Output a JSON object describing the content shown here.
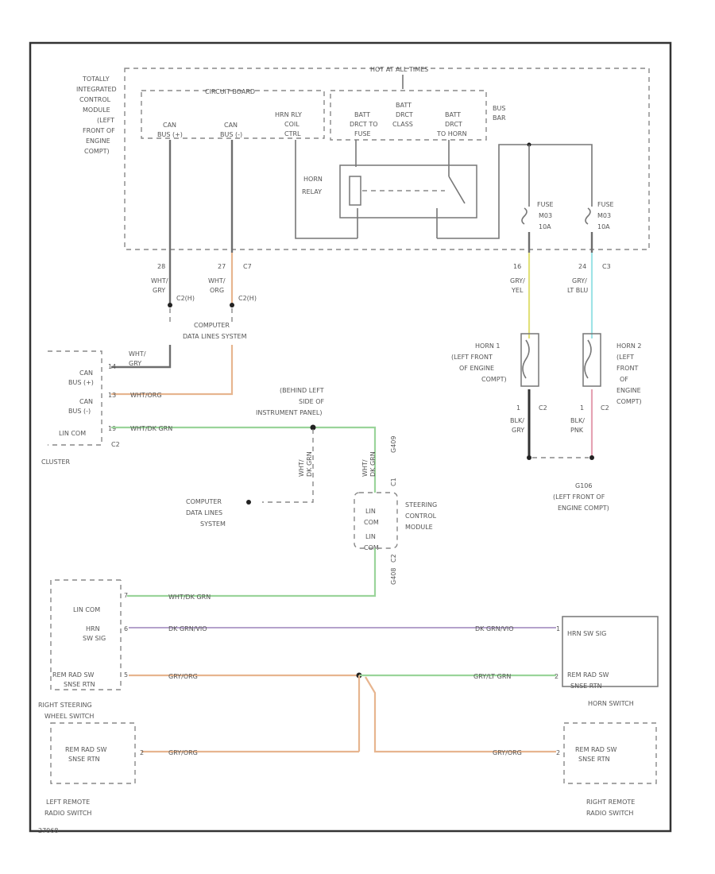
{
  "labels": {
    "hot": "HOT AT ALL TIMES",
    "tipm": [
      "TOTALLY",
      "INTEGRATED",
      "CONTROL",
      "MODULE",
      "(LEFT",
      "FRONT OF",
      "ENGINE",
      "COMPT)"
    ],
    "circuit_board": "CIRCUIT BOARD",
    "can_h": [
      "CAN",
      "BUS (+)"
    ],
    "can_l": [
      "CAN",
      "BUS (-)"
    ],
    "horn_coil": [
      "HRN RLY",
      "COIL",
      "CTRL"
    ],
    "batt_fuse1": [
      "BATT",
      "DRCT TO",
      "FUSE"
    ],
    "batt_fuse2": [
      "BATT",
      "DRCT",
      "CLASS"
    ],
    "batt_fuse3": [
      "BATT",
      "DRCT",
      "TO HORN"
    ],
    "bus_bar": [
      "BUS",
      "BAR"
    ],
    "horn_relay": [
      "HORN",
      "RELAY"
    ],
    "fuse1": [
      "FUSE",
      "M03",
      "10A"
    ],
    "fuse2": [
      "FUSE",
      "M03",
      "10A"
    ],
    "pin_28": "28",
    "pin_27": "27",
    "pin_c7": "C7",
    "wire_28": [
      "WHT/",
      "GRY"
    ],
    "wire_27": [
      "WHT/",
      "ORG"
    ],
    "conn_c2_28": "C2(H)",
    "conn_c2_27": "C2(H)",
    "comp_data": [
      "COMPUTER",
      "DATA LINES SYSTEM"
    ],
    "cluster_can_h": [
      "CAN",
      "BUS (+)"
    ],
    "cluster_can_l": [
      "CAN",
      "BUS (-)"
    ],
    "cluster_lin": "LIN COM",
    "cluster_wire_top": [
      "WHT/",
      "GRY"
    ],
    "cluster_wire_org": "WHT/ORG",
    "cluster_wire_green": "WHT/DK GRN",
    "cluster_pin1": "14",
    "cluster_pin2": "13",
    "cluster_pin3": "19",
    "cluster": "CLUSTER",
    "cluster_conn": "C2",
    "behind_panel": [
      "(BEHIND LEFT",
      "SIDE OF",
      "INSTRUMENT PANEL)"
    ],
    "splice_wire_left": [
      "WHT/",
      "DK GRN"
    ],
    "splice_wire_right": [
      "WHT/",
      "DK GRN"
    ],
    "scm_pin_top": "C1",
    "scm_pin_top_num": "G409",
    "comp_data2": [
      "COMPUTER",
      "DATA LINES",
      "SYSTEM"
    ],
    "scm_lin1": [
      "LIN",
      "COM"
    ],
    "scm_lin2": [
      "LIN",
      "COM"
    ],
    "scm": [
      "STEERING",
      "CONTROL",
      "MODULE"
    ],
    "scm_pin_bot": "C2",
    "scm_pin_bot_num": "G408",
    "rsw_lin": "LIN COM",
    "rsw_horn": [
      "HRN",
      "SW SIG"
    ],
    "rsw_rem": [
      "REM RAD SW",
      "SNSE RTN"
    ],
    "rsw_pin1": "7",
    "rsw_pin2": "6",
    "rsw_pin3": "5",
    "rsw_title": [
      "RIGHT STEERING",
      "WHEEL SWITCH"
    ],
    "wire_green_bottom": "WHT/DK GRN",
    "wire_purple_left": "DK GRN/VIO",
    "wire_purple_right": "DK GRN/VIO",
    "wire_org_bottom": "GRY/ORG",
    "wire_green_right": "GRY/LT GRN",
    "horn_sw_sig": "HRN SW SIG",
    "horn_sw_rem": [
      "REM RAD SW",
      "SNSE RTN"
    ],
    "horn_sw_title": "HORN SWITCH",
    "horn_sw_pin1": "1",
    "horn_sw_pin2": "2",
    "lrs": [
      "REM RAD SW",
      "SNSE RTN"
    ],
    "lrs_pin": "2",
    "lrs_wire": "GRY/ORG",
    "lrs_title": [
      "LEFT REMOTE",
      "RADIO SWITCH"
    ],
    "rrs": [
      "REM RAD SW",
      "SNSE RTN"
    ],
    "rrs_pin": "2",
    "rrs_wire": "GRY/ORG",
    "rrs_title": [
      "RIGHT REMOTE",
      "RADIO SWITCH"
    ],
    "horn1_pin": "16",
    "horn1_wire": [
      "GRY/",
      "YEL"
    ],
    "horn1": [
      "HORN 1",
      "(LEFT FRONT",
      "OF ENGINE",
      "COMPT)"
    ],
    "horn1_gnd_pin": "1",
    "horn1_gnd_wire": [
      "BLK/",
      "GRY"
    ],
    "horn1_conn": "C2",
    "horn2_pin": "24",
    "horn2_conn_top": "C3",
    "horn2_wire": [
      "GRY/",
      "LT BLU"
    ],
    "horn2": [
      "HORN 2",
      "(LEFT",
      "FRONT",
      "OF",
      "ENGINE",
      "COMPT)"
    ],
    "horn2_gnd_pin": "1",
    "horn2_gnd_wire": [
      "BLK/",
      "PNK"
    ],
    "horn2_conn": "C2",
    "ground": [
      "G106",
      "(LEFT FRONT OF",
      "ENGINE COMPT)"
    ],
    "footer": "27068"
  }
}
